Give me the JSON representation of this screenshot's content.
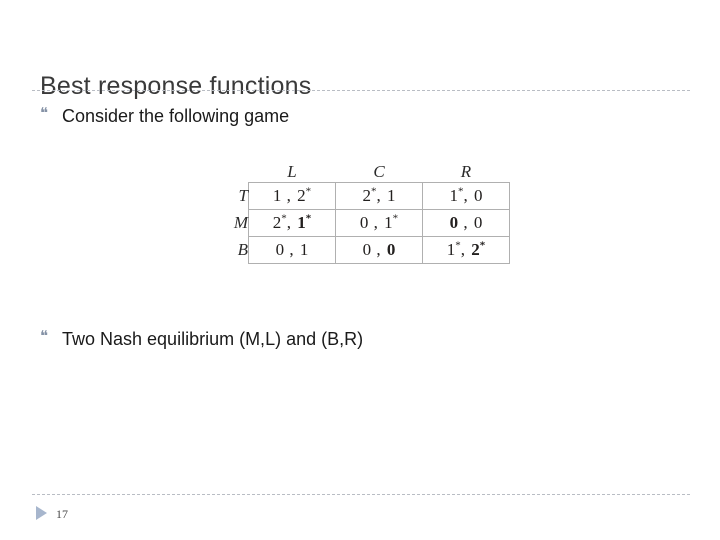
{
  "slide": {
    "title": "Best response functions",
    "page_number": "17",
    "bullet_marker": "❝",
    "footer_arrow_icon": "triangle-right-icon",
    "accent_color": "#a7b6cd",
    "rule_color": "#b9bdc4",
    "title_color": "#3a3a3a"
  },
  "bullets": [
    {
      "text": "Consider the following game"
    },
    {
      "text": "Two Nash equilibrium  (M,L) and (B,R)"
    }
  ],
  "matrix": {
    "corner": "",
    "column_headers": [
      "L",
      "C",
      "R"
    ],
    "row_headers": [
      "T",
      "M",
      "B"
    ],
    "cells": [
      [
        {
          "p1": "1",
          "p1_star": false,
          "p1_bold": false,
          "p2": "2",
          "p2_star": true,
          "p2_bold": false,
          "display": "1 , 2*"
        },
        {
          "p1": "2",
          "p1_star": true,
          "p1_bold": false,
          "p2": "1",
          "p2_star": false,
          "p2_bold": false,
          "display": "2*, 1"
        },
        {
          "p1": "1",
          "p1_star": true,
          "p1_bold": false,
          "p2": "0",
          "p2_star": false,
          "p2_bold": false,
          "display": "1*, 0"
        }
      ],
      [
        {
          "p1": "2",
          "p1_star": true,
          "p1_bold": false,
          "p2": "1",
          "p2_star": true,
          "p2_bold": true,
          "display": "2*, 1*"
        },
        {
          "p1": "0",
          "p1_star": false,
          "p1_bold": false,
          "p2": "1",
          "p2_star": true,
          "p2_bold": false,
          "display": "0 , 1*"
        },
        {
          "p1": "0",
          "p1_star": false,
          "p1_bold": true,
          "p2": "0",
          "p2_star": false,
          "p2_bold": false,
          "display": "0 , 0"
        }
      ],
      [
        {
          "p1": "0",
          "p1_star": false,
          "p1_bold": false,
          "p2": "1",
          "p2_star": false,
          "p2_bold": false,
          "display": "0 , 1"
        },
        {
          "p1": "0",
          "p1_star": false,
          "p1_bold": false,
          "p2": "0",
          "p2_star": false,
          "p2_bold": true,
          "display": "0 , 0"
        },
        {
          "p1": "1",
          "p1_star": true,
          "p1_bold": false,
          "p2": "2",
          "p2_star": true,
          "p2_bold": true,
          "display": "1*, 2*"
        }
      ]
    ]
  }
}
